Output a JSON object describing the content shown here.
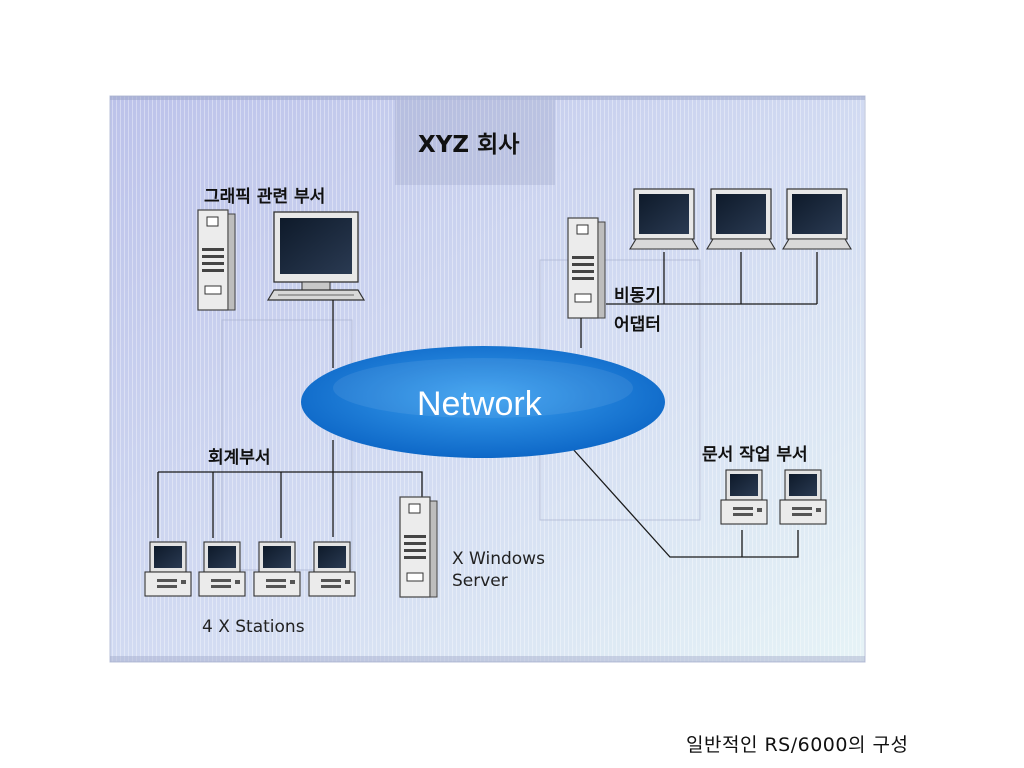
{
  "diagram": {
    "title": "XYZ 회사",
    "network_label": "Network",
    "groups": {
      "graphics": "그래픽 관련 부서",
      "async_line1": "비동기",
      "async_line2": "어댑터",
      "accounting": "회계부서",
      "doc_work": "문서 작업 부서",
      "x_server_line1": "X Windows",
      "x_server_line2": "Server",
      "x_stations": "4 X Stations"
    }
  },
  "caption": "일반적인 RS/6000의 구성",
  "colors": {
    "panel_bg": "#c9d0ef",
    "network_fill": "#1e7fd6",
    "network_text": "#ffffff"
  }
}
